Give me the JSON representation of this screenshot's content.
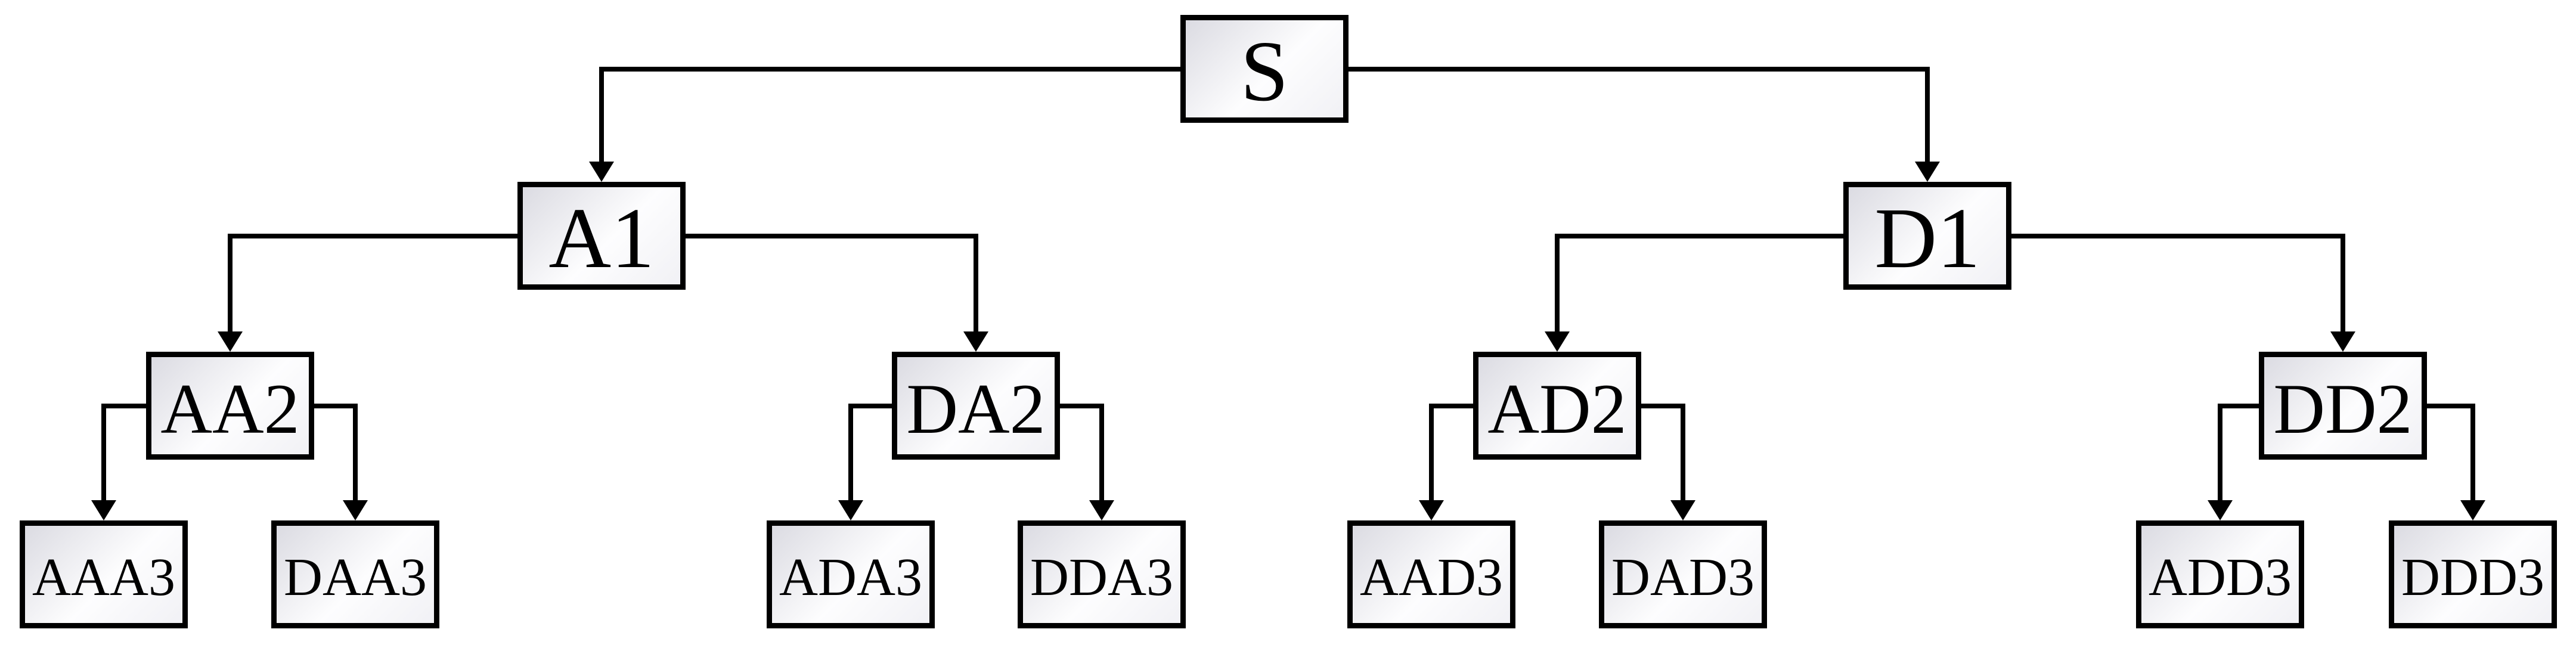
{
  "palette": {
    "background": "#ffffff",
    "line_color": "#000000",
    "box_border_color": "#000000",
    "box_fill_gradient": [
      "#dbdbe2",
      "#fdfdfe",
      "#f1f1f5"
    ],
    "text_color": "#000000"
  },
  "tree": {
    "root": "S",
    "nodes": [
      {
        "id": "S",
        "label": "S",
        "level": 0
      },
      {
        "id": "A1",
        "label": "A1",
        "level": 1
      },
      {
        "id": "D1",
        "label": "D1",
        "level": 1
      },
      {
        "id": "AA2",
        "label": "AA2",
        "level": 2
      },
      {
        "id": "DA2",
        "label": "DA2",
        "level": 2
      },
      {
        "id": "AD2",
        "label": "AD2",
        "level": 2
      },
      {
        "id": "DD2",
        "label": "DD2",
        "level": 2
      },
      {
        "id": "AAA3",
        "label": "AAA3",
        "level": 3
      },
      {
        "id": "DAA3",
        "label": "DAA3",
        "level": 3
      },
      {
        "id": "ADA3",
        "label": "ADA3",
        "level": 3
      },
      {
        "id": "DDA3",
        "label": "DDA3",
        "level": 3
      },
      {
        "id": "AAD3",
        "label": "AAD3",
        "level": 3
      },
      {
        "id": "DAD3",
        "label": "DAD3",
        "level": 3
      },
      {
        "id": "ADD3",
        "label": "ADD3",
        "level": 3
      },
      {
        "id": "DDD3",
        "label": "DDD3",
        "level": 3
      }
    ],
    "edges": [
      {
        "from": "S",
        "to": "A1"
      },
      {
        "from": "S",
        "to": "D1"
      },
      {
        "from": "A1",
        "to": "AA2"
      },
      {
        "from": "A1",
        "to": "DA2"
      },
      {
        "from": "D1",
        "to": "AD2"
      },
      {
        "from": "D1",
        "to": "DD2"
      },
      {
        "from": "AA2",
        "to": "AAA3"
      },
      {
        "from": "AA2",
        "to": "DAA3"
      },
      {
        "from": "DA2",
        "to": "ADA3"
      },
      {
        "from": "DA2",
        "to": "DDA3"
      },
      {
        "from": "AD2",
        "to": "AAD3"
      },
      {
        "from": "AD2",
        "to": "DAD3"
      },
      {
        "from": "DD2",
        "to": "ADD3"
      },
      {
        "from": "DD2",
        "to": "DDD3"
      }
    ]
  }
}
